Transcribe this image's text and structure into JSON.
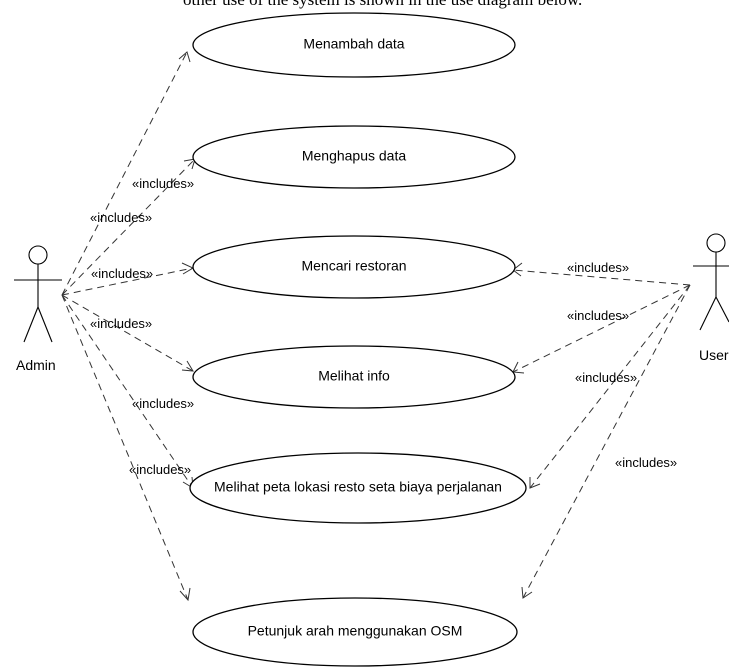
{
  "caption": "other use of the system is shown in the use diagram below.",
  "actors": {
    "admin": "Admin",
    "user": "User"
  },
  "use_cases": [
    "Menambah data",
    "Menghapus data",
    "Mencari restoran",
    "Melihat info",
    "Melihat peta lokasi resto seta biaya perjalanan",
    "Petunjuk arah menggunakan OSM"
  ],
  "relations": {
    "stereotype": "«includes»",
    "admin_targets": [
      0,
      1,
      2,
      3,
      4,
      5
    ],
    "user_targets": [
      2,
      3,
      4,
      5
    ]
  }
}
